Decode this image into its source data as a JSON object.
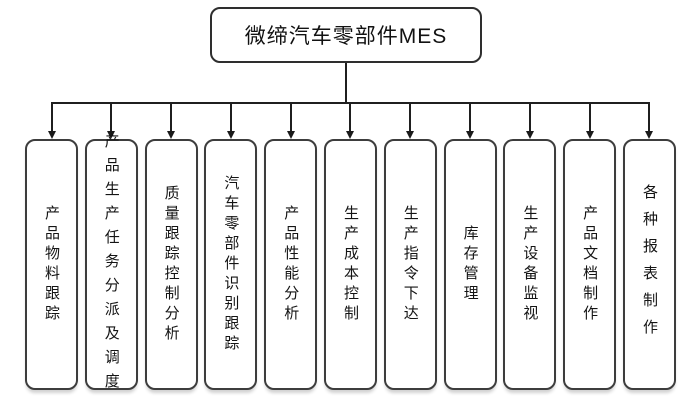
{
  "diagram": {
    "type": "tree",
    "root": {
      "label": "微缔汽车零部件MES"
    },
    "children": [
      {
        "label": "产品物料跟踪"
      },
      {
        "label": "产品生产任务分派及调度"
      },
      {
        "label": "质量跟踪控制分析"
      },
      {
        "label": "汽车零部件识别跟踪"
      },
      {
        "label": "产品性能分析"
      },
      {
        "label": "生产成本控制"
      },
      {
        "label": "生产指令下达"
      },
      {
        "label": "库存管理"
      },
      {
        "label": "生产设备监视"
      },
      {
        "label": "产品文档制作"
      },
      {
        "label": "各种报表制作"
      }
    ],
    "colors": {
      "background": "#ffffff",
      "line": "#1f1f1f",
      "border": "#3d3d3d",
      "text": "#141414"
    }
  }
}
